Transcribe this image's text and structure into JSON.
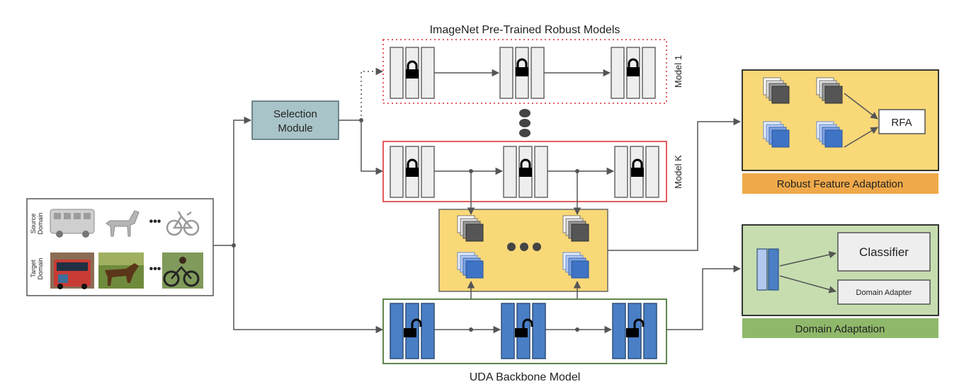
{
  "titles": {
    "robust_models": "ImageNet Pre-Trained Robust Models",
    "uda_backbone": "UDA Backbone Model"
  },
  "models": {
    "model_1": "Model 1",
    "model_k": "Model  K"
  },
  "selection_module": {
    "line1": "Selection",
    "line2": "Module"
  },
  "input": {
    "source_line1": "Source",
    "source_line2": "Domain",
    "target_line1": "Target",
    "target_line2": "Domain"
  },
  "rfa_panel": {
    "rfa": "RFA",
    "caption": "Robust Feature Adaptation"
  },
  "da_panel": {
    "classifier": "Classifier",
    "domain_adapter": "Domain Adapter",
    "caption": "Domain Adaptation"
  },
  "colors": {
    "selection_fill": "#a9c4c8",
    "feature_fill": "#f9d878",
    "caption_orange": "#f0a94a",
    "caption_green": "#8fb86a",
    "da_fill": "#c7ddb0",
    "blue_layer": "#4a7fc6",
    "red_border": "#e24a4a",
    "green_border": "#4f7a3a"
  }
}
